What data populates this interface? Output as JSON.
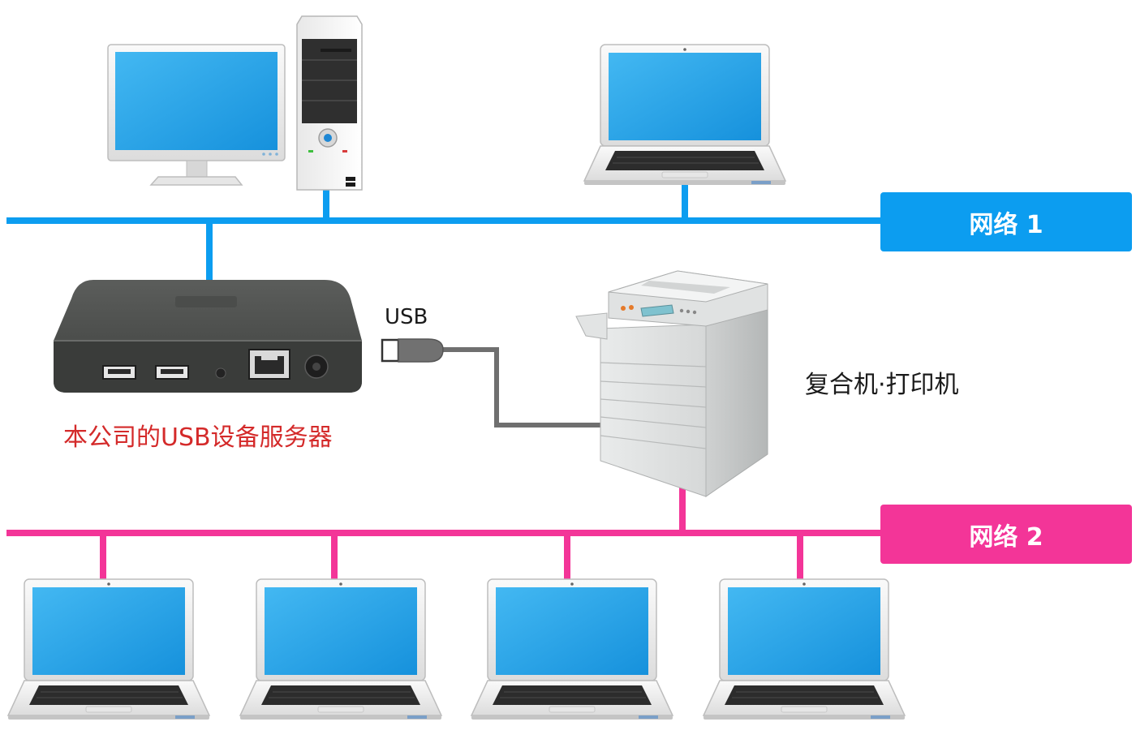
{
  "network1": {
    "label": "网络 1",
    "color": "#0c9df0"
  },
  "network2": {
    "label": "网络 2",
    "color": "#f33598"
  },
  "usb_label": "USB",
  "server_label": "本公司的USB设备服务器",
  "printer_label": "复合机·打印机",
  "colors": {
    "server_label": "#d42a2a",
    "cable": "#6f6f6f",
    "screen": "#2ea6e8"
  },
  "icons": [
    "desktop-monitor-icon",
    "pc-tower-icon",
    "laptop-icon",
    "usb-device-server-icon",
    "usb-plug-icon",
    "multifunction-printer-icon"
  ]
}
